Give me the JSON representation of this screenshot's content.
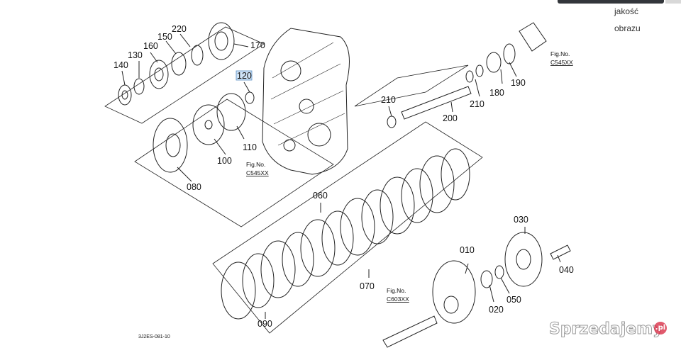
{
  "side_panel": {
    "line1": "jakość",
    "line2": "obrazu"
  },
  "watermark": {
    "text": "Sprzedajemy",
    "badge": ".pl"
  },
  "drawing_code": "3J2ES-081-10",
  "fig_refs": {
    "top_right": {
      "a": "Fig.No.",
      "b": "C545XX"
    },
    "middle": {
      "a": "Fig.No.",
      "b": "C545XX"
    },
    "bottom": {
      "a": "Fig.No.",
      "b": "C603XX"
    }
  },
  "parts": {
    "p010": "010",
    "p020": "020",
    "p030": "030",
    "p040": "040",
    "p050": "050",
    "p060": "060",
    "p070": "070",
    "p080": "080",
    "p090": "090",
    "p100": "100",
    "p110": "110",
    "p120": "120",
    "p130": "130",
    "p140": "140",
    "p150": "150",
    "p160": "160",
    "p170": "170",
    "p180": "180",
    "p190": "190",
    "p200": "200",
    "p210a": "210",
    "p210b": "210",
    "p220": "220"
  },
  "highlighted_part": "120"
}
